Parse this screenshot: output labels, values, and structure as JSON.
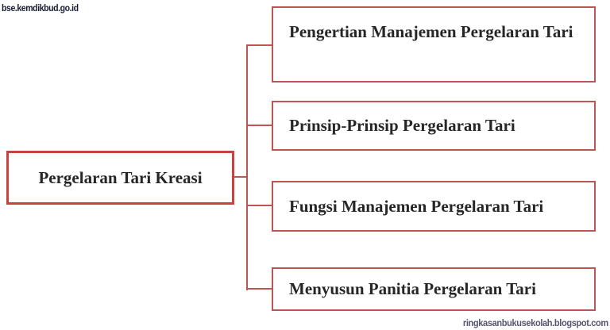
{
  "watermarks": {
    "top_left": "bse.kemdikbud.go.id",
    "bottom_right": "ringkasanbukusekolah.blogspot.com"
  },
  "diagram": {
    "type": "concept-map",
    "root": {
      "label": "Pergelaran Tari Kreasi"
    },
    "branches": [
      {
        "label": "Pengertian Manajemen Pergelaran Tari"
      },
      {
        "label": "Prinsip-Prinsip Pergelaran Tari"
      },
      {
        "label": "Fungsi Manajemen Pergelaran Tari"
      },
      {
        "label": "Menyusun Panitia Pergelaran Tari"
      }
    ],
    "colors": {
      "page_background": "#ffffff",
      "root_border": "#c6433e",
      "branch_border": "#bd5552",
      "connector": "#bd5552",
      "text": "#262626"
    }
  }
}
